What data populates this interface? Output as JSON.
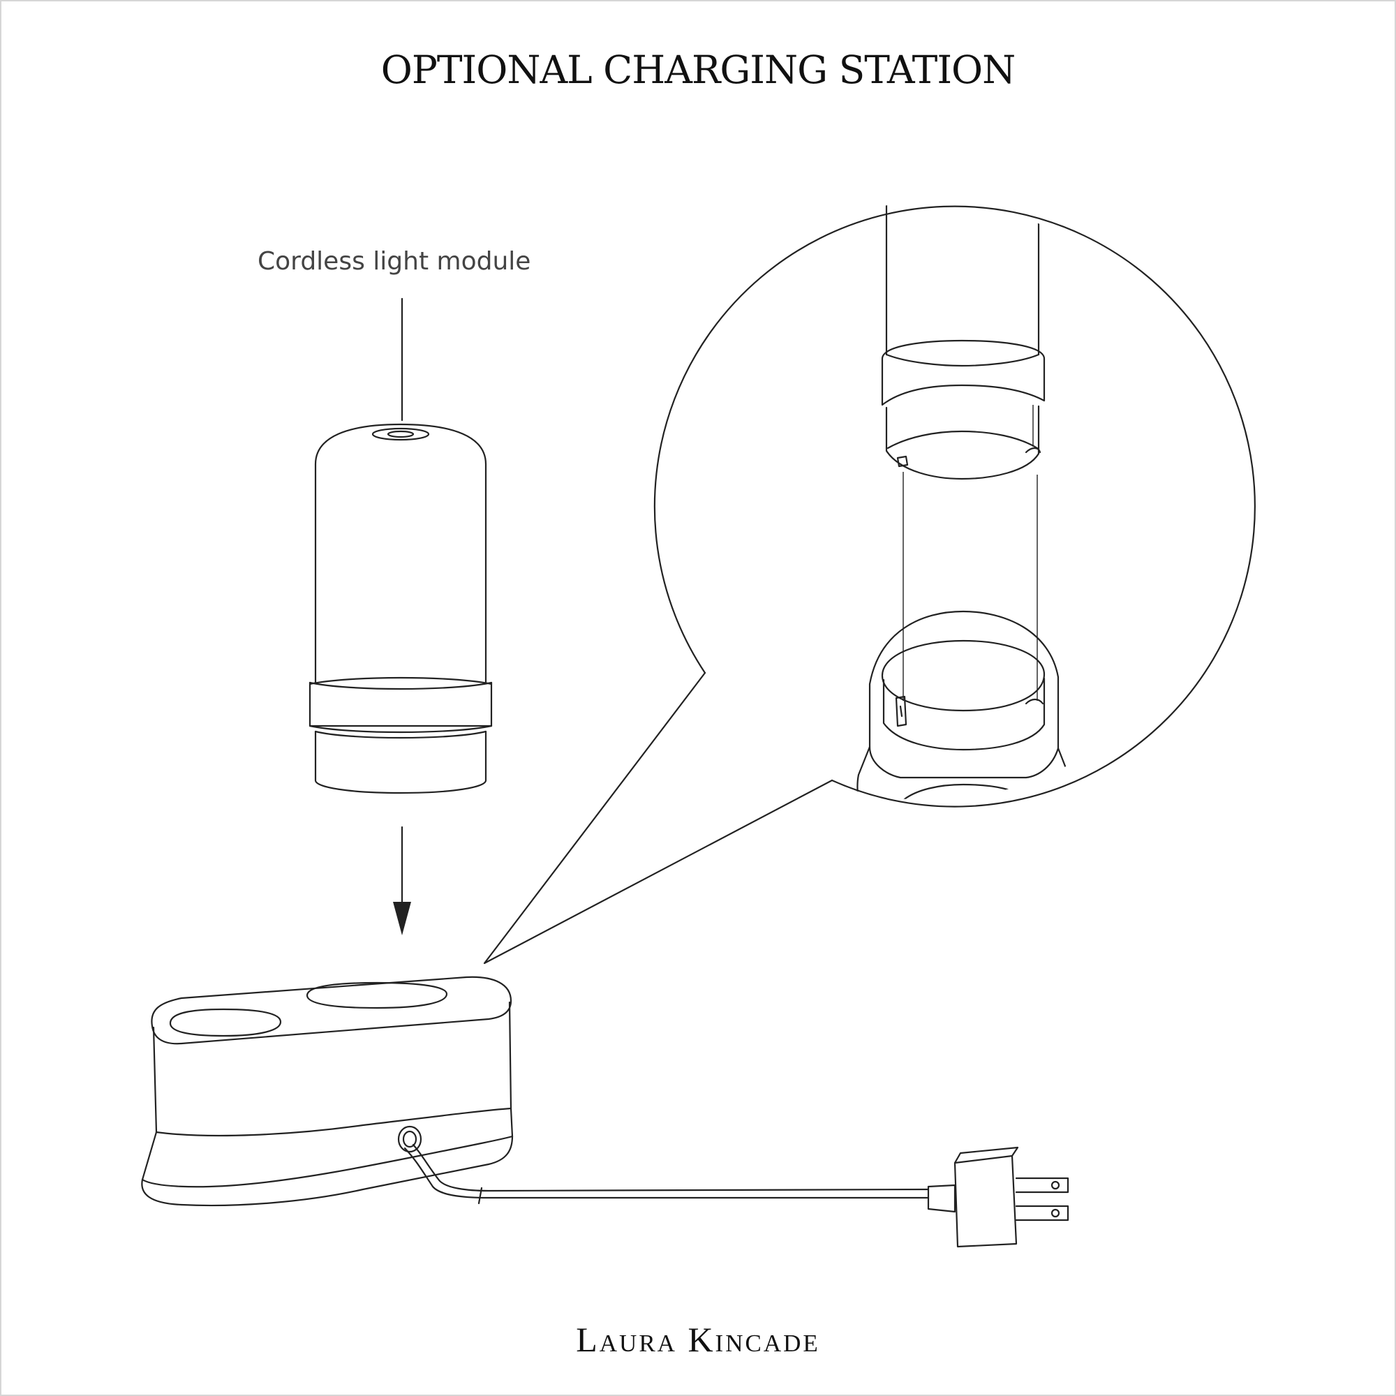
{
  "title": "OPTIONAL CHARGING STATION",
  "labels": {
    "light_module": "Cordless light module"
  },
  "brand": "Laura Kincade",
  "colors": {
    "line": "#222222",
    "background": "#ffffff",
    "label_text": "#444444",
    "frame": "#d6d6d6"
  }
}
